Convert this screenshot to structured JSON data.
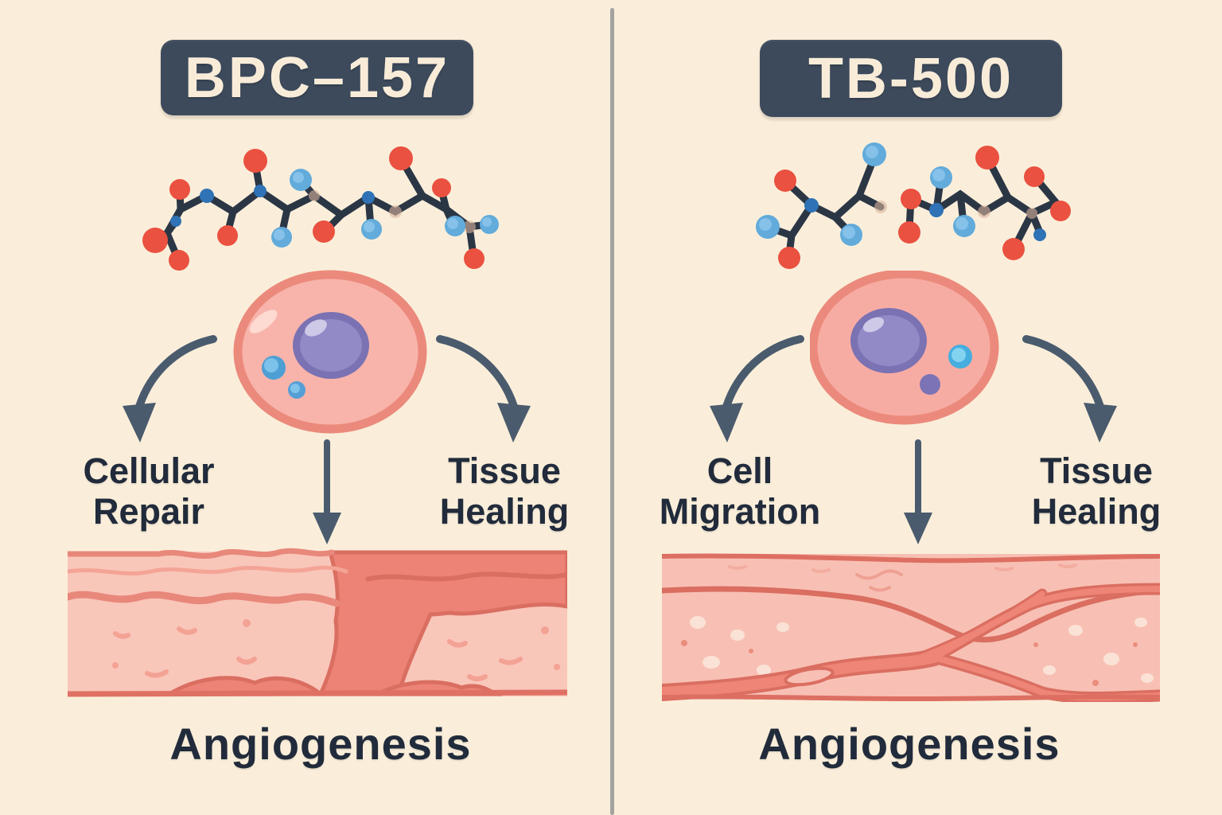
{
  "left_panel": {
    "title": "BPC–157",
    "effect_left": "Cellular Repair",
    "effect_right": "Tissue Healing",
    "result": "Angiogenesis"
  },
  "right_panel": {
    "title": "TB-500",
    "effect_left": "Cell Migration",
    "effect_right": "Tissue Healing",
    "result": "Angiogenesis"
  },
  "icons": [
    "peptide-molecule-icon",
    "cell-icon",
    "curved-arrow-icon",
    "down-arrow-icon",
    "tissue-cross-section-icon",
    "blood-vessel-icon"
  ],
  "colors": {
    "page_bg": "#faeeda",
    "divider": "#a3a3a1",
    "badge_bg": "#3d4a5c",
    "badge_text": "#f8ecd9",
    "label_text": "#212b3b",
    "arrow": "#4a5b6d",
    "bond": "#2b3645",
    "mol_red": "#ea5140",
    "mol_blue": "#62abdb",
    "mol_blue_dark": "#2f72b5",
    "mol_tan": "#d7b29c",
    "cell_body": "#f8b4ab",
    "cell_border": "#eb8a7c",
    "nucleus_ring": "#7a72b2",
    "nucleus_body": "#918ac6",
    "tissue_light": "#f9c6ba",
    "tissue_dark": "#ec8376",
    "tissue_line": "#da6e61",
    "vessel_fill": "#ee8577"
  }
}
